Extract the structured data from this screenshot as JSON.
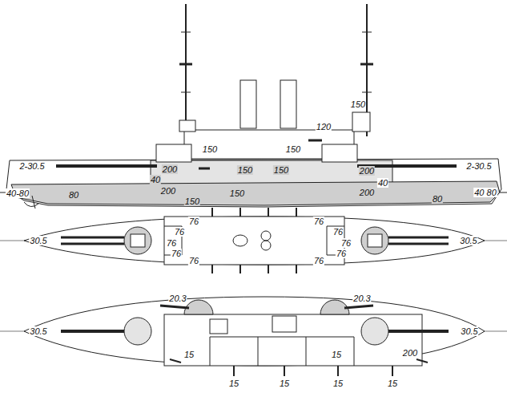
{
  "diagram": {
    "labels": [
      "2-30.5",
      "200",
      "150",
      "150",
      "120",
      "150",
      "200",
      "2-30.5",
      "40",
      "150",
      "150",
      "40",
      "40-80",
      "80",
      "200",
      "150",
      "150",
      "200",
      "80",
      "40 80",
      "76",
      "76",
      "76",
      "76",
      "76",
      "76",
      "76",
      "76",
      "76",
      "76",
      "30.5",
      "30.5",
      "20.3",
      "20.3",
      "30.5",
      "30.5",
      "200",
      "15",
      "15",
      "15",
      "15",
      "15",
      "15"
    ]
  }
}
